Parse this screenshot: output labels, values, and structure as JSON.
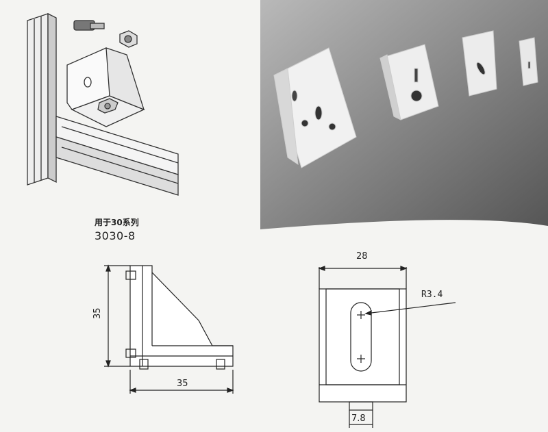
{
  "caption": {
    "series": "用于30系列",
    "model": "3030-8"
  },
  "side_view": {
    "height_dim": "35",
    "width_dim": "35"
  },
  "front_view": {
    "width_dim": "28",
    "radius_label": "R3.4",
    "tab_dim": "7.8"
  }
}
